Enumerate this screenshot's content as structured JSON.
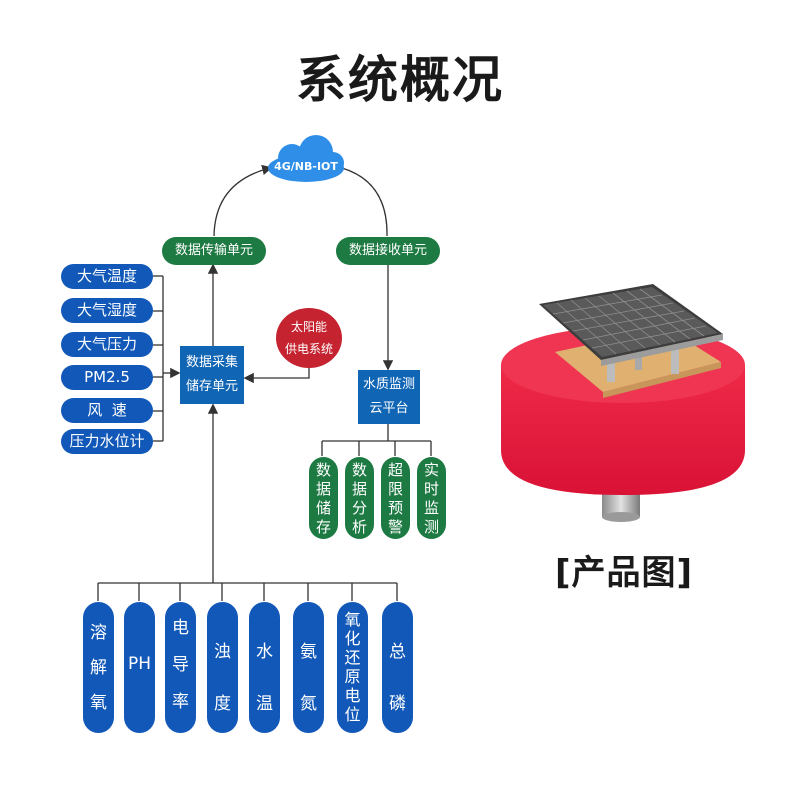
{
  "title": "系统概况",
  "cloud": {
    "label": "4G/NB-IOT"
  },
  "transmit_unit": "数据传输单元",
  "receive_unit": "数据接收单元",
  "left_items": [
    "大气温度",
    "大气湿度",
    "大气压力",
    "PM2.5",
    "风  速",
    "压力水位计"
  ],
  "collect_unit": [
    "数据采集",
    "储存单元"
  ],
  "solar": [
    "太阳能",
    "供电系统"
  ],
  "platform": [
    "水质监测",
    "云平台"
  ],
  "platform_functions": [
    [
      "数",
      "据",
      "储",
      "存"
    ],
    [
      "数",
      "据",
      "分",
      "析"
    ],
    [
      "超",
      "限",
      "预",
      "警"
    ],
    [
      "实",
      "时",
      "监",
      "测"
    ]
  ],
  "sensors": [
    [
      "溶",
      "解",
      "氧"
    ],
    [
      "PH"
    ],
    [
      "电",
      "导",
      "率"
    ],
    [
      "浊",
      "度"
    ],
    [
      "水",
      "温"
    ],
    [
      "氨",
      "氮"
    ],
    [
      "氧",
      "化",
      "还",
      "原",
      "电",
      "位"
    ],
    [
      "总",
      "磷"
    ]
  ],
  "product_label": "[产品图]",
  "colors": {
    "blue": "#1158b8",
    "green": "#1e7a43",
    "red": "#c4232f",
    "cloud": "#2f8fe8"
  },
  "icons": [
    "cloud-icon",
    "buoy-product-image"
  ]
}
